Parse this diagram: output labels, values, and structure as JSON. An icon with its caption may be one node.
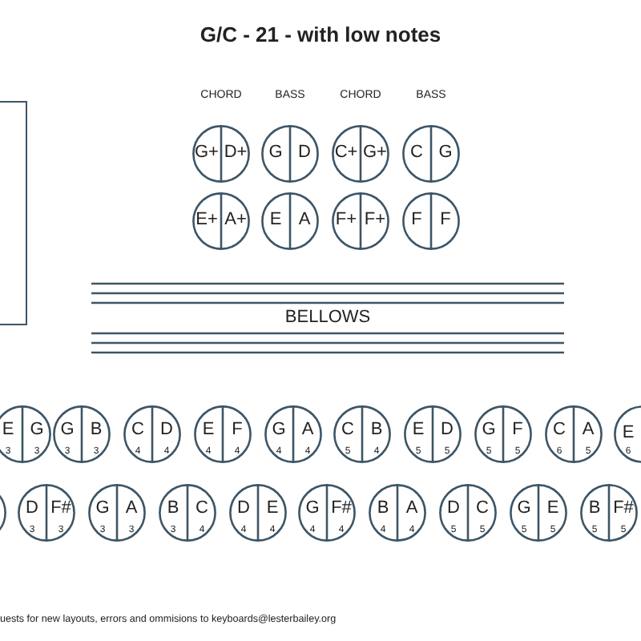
{
  "diagram": {
    "title": "G/C - 21 - with low notes",
    "nodes": [
      {
        "text": [],
        "shape": "box"
      },
      {
        "text": [
          "G+",
          "D+"
        ]
      },
      {
        "text": [
          "G",
          "D"
        ]
      },
      {
        "text": [
          "C+",
          "G+"
        ]
      },
      {
        "text": [
          "C",
          "G"
        ]
      },
      {
        "text": [
          "E+",
          "A+"
        ]
      },
      {
        "text": [
          "E",
          "A"
        ]
      },
      {
        "text": [
          "F+",
          "F+"
        ]
      },
      {
        "text": [
          "F",
          "F"
        ]
      },
      {
        "text": [
          "BELLOWS"
        ]
      },
      {
        "text": [
          "E",
          "G",
          "3",
          "3"
        ]
      },
      {
        "text": [
          "G",
          "B",
          "3",
          "3"
        ]
      },
      {
        "text": [
          "C",
          "D",
          "4",
          "4"
        ]
      },
      {
        "text": [
          "E",
          "F",
          "4",
          "4"
        ]
      },
      {
        "text": [
          "G",
          "A",
          "4",
          "4"
        ]
      },
      {
        "text": [
          "C",
          "B",
          "5",
          "4"
        ]
      },
      {
        "text": [
          "E",
          "D",
          "5",
          "5"
        ]
      },
      {
        "text": [
          "G",
          "F",
          "5",
          "5"
        ]
      },
      {
        "text": [
          "C",
          "A",
          "6",
          "5"
        ]
      },
      {
        "text": [
          "E",
          "6"
        ]
      },
      {
        "text": [],
        "shape": "circle"
      },
      {
        "text": [
          "D",
          "F#",
          "3",
          "3"
        ]
      },
      {
        "text": [
          "G",
          "A",
          "3",
          "3"
        ]
      },
      {
        "text": [
          "B",
          "C",
          "3",
          "4"
        ]
      },
      {
        "text": [
          "D",
          "E",
          "4",
          "4"
        ]
      },
      {
        "text": [
          "G",
          "F#",
          "4",
          "4"
        ]
      },
      {
        "text": [
          "B",
          "A",
          "4",
          "4"
        ]
      },
      {
        "text": [
          "D",
          "C",
          "5",
          "5"
        ]
      },
      {
        "text": [
          "G",
          "E",
          "5",
          "5"
        ]
      },
      {
        "text": [
          "B",
          "F#",
          "5",
          "5"
        ]
      }
    ],
    "labels": [
      "CHORD",
      "BASS",
      "CHORD",
      "BASS",
      "uests for new layouts, errors and ommisions to keyboards@lesterbailey.org"
    ]
  }
}
